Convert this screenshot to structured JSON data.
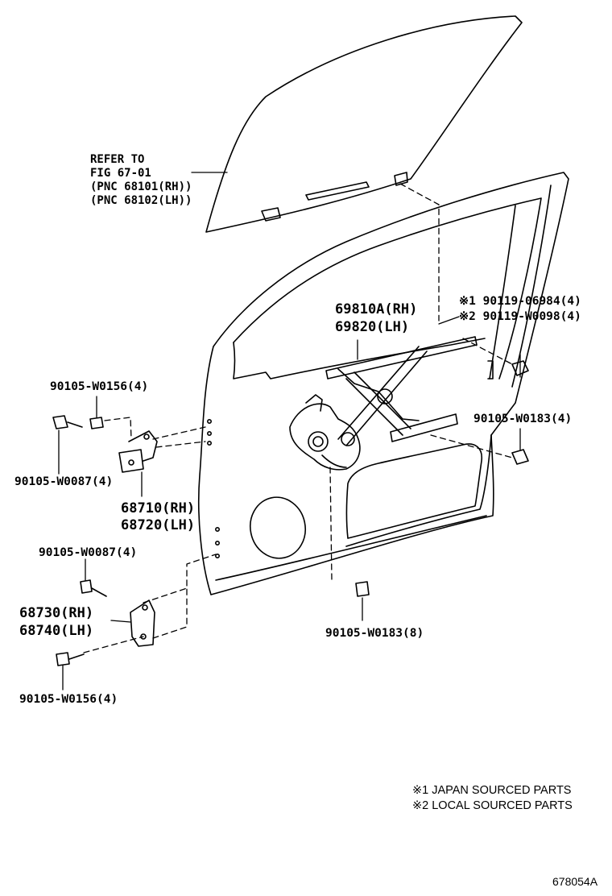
{
  "refer": {
    "line1": "REFER TO",
    "line2": "FIG 67-01",
    "line3": "(PNC 68101(RH))",
    "line4": "(PNC 68102(LH))"
  },
  "regulator": {
    "rh": "69810A(RH)",
    "lh": "69820(LH)"
  },
  "bolt_top_right": {
    "line1": "※1 90119-06984(4)",
    "line2": "※2 90119-W0098(4)"
  },
  "bolt_right_mid": "90105-W0183(4)",
  "bolt_bottom_center": "90105-W0183(8)",
  "upper_hinge": {
    "bolt_top": "90105-W0156(4)",
    "bolt_left": "90105-W0087(4)",
    "rh": "68710(RH)",
    "lh": "68720(LH)"
  },
  "lower_hinge": {
    "bolt_top": "90105-W0087(4)",
    "rh": "68730(RH)",
    "lh": "68740(LH)",
    "bolt_bottom": "90105-W0156(4)"
  },
  "notes": {
    "n1": "※1 JAPAN SOURCED PARTS",
    "n2": "※2 LOCAL SOURCED PARTS"
  },
  "figure_id": "678054A"
}
